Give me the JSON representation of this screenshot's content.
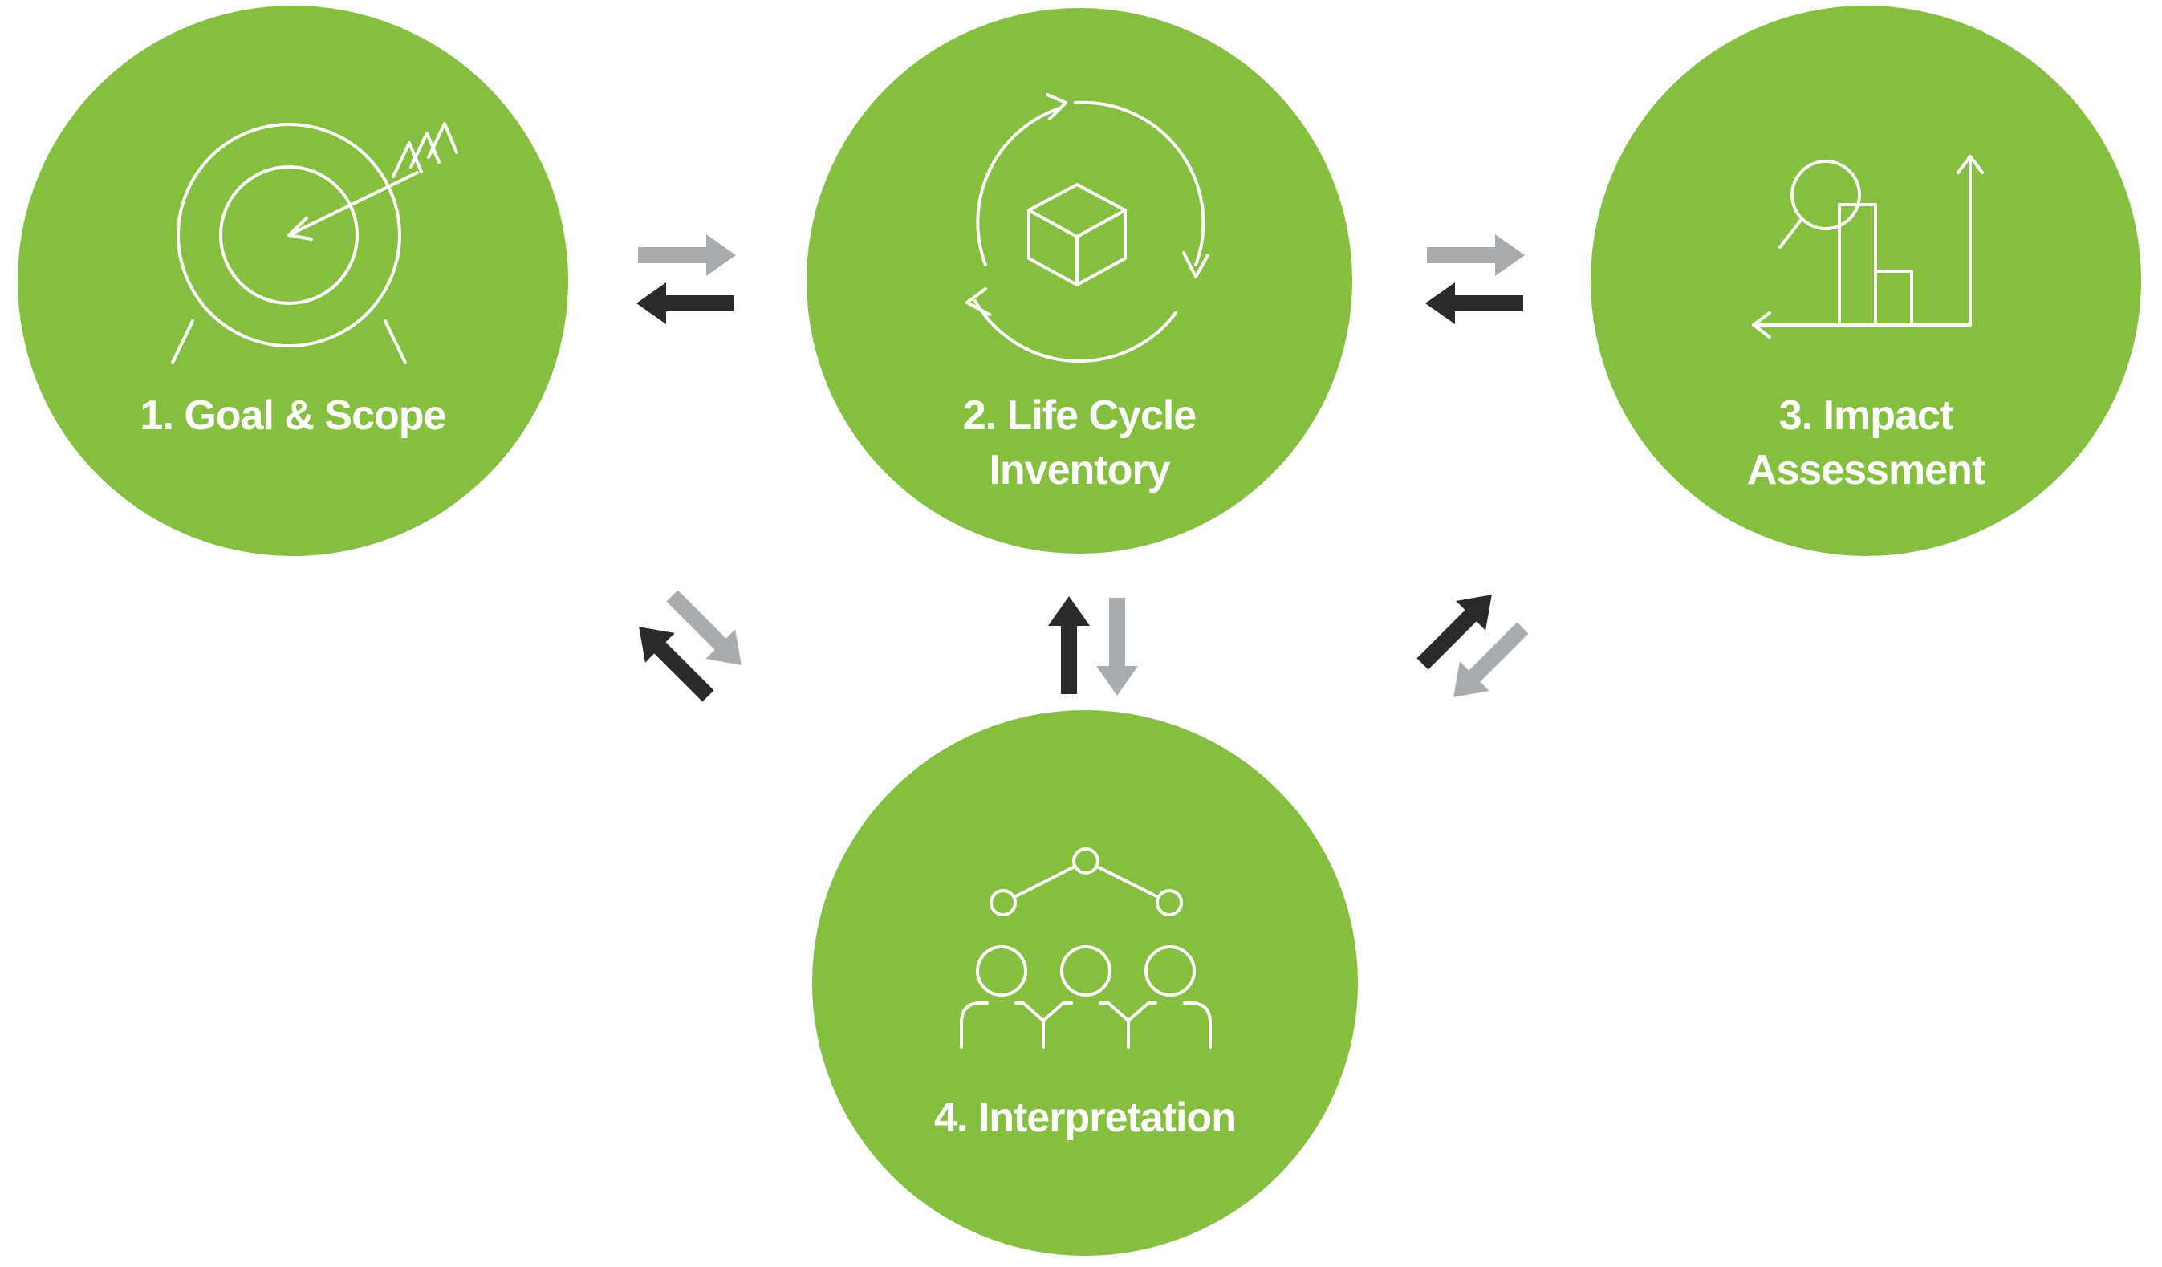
{
  "colors": {
    "circle_fill": "#85bf40",
    "icon_stroke": "#ffffff",
    "label_text": "#ffffff",
    "arrow_dark": "#2a2a2a",
    "arrow_light": "#a9acaf",
    "background": "#ffffff"
  },
  "stages": [
    {
      "number_label": "1. Goal & Scope",
      "line2": "",
      "icon": "target-arrow-icon"
    },
    {
      "number_label": "2. Life Cycle",
      "line2": "Inventory",
      "icon": "cycle-cube-icon"
    },
    {
      "number_label": "3. Impact",
      "line2": "Assessment",
      "icon": "bar-chart-magnifier-icon"
    },
    {
      "number_label": "4. Interpretation",
      "line2": "",
      "icon": "people-network-icon"
    }
  ],
  "connectors": [
    {
      "from": "1. Goal & Scope",
      "to": "2. Life Cycle Inventory",
      "icon": "bidirectional-arrows-icon"
    },
    {
      "from": "2. Life Cycle Inventory",
      "to": "3. Impact Assessment",
      "icon": "bidirectional-arrows-icon"
    },
    {
      "from": "1. Goal & Scope",
      "to": "4. Interpretation",
      "icon": "bidirectional-arrows-icon"
    },
    {
      "from": "2. Life Cycle Inventory",
      "to": "4. Interpretation",
      "icon": "bidirectional-arrows-icon"
    },
    {
      "from": "3. Impact Assessment",
      "to": "4. Interpretation",
      "icon": "bidirectional-arrows-icon"
    }
  ]
}
